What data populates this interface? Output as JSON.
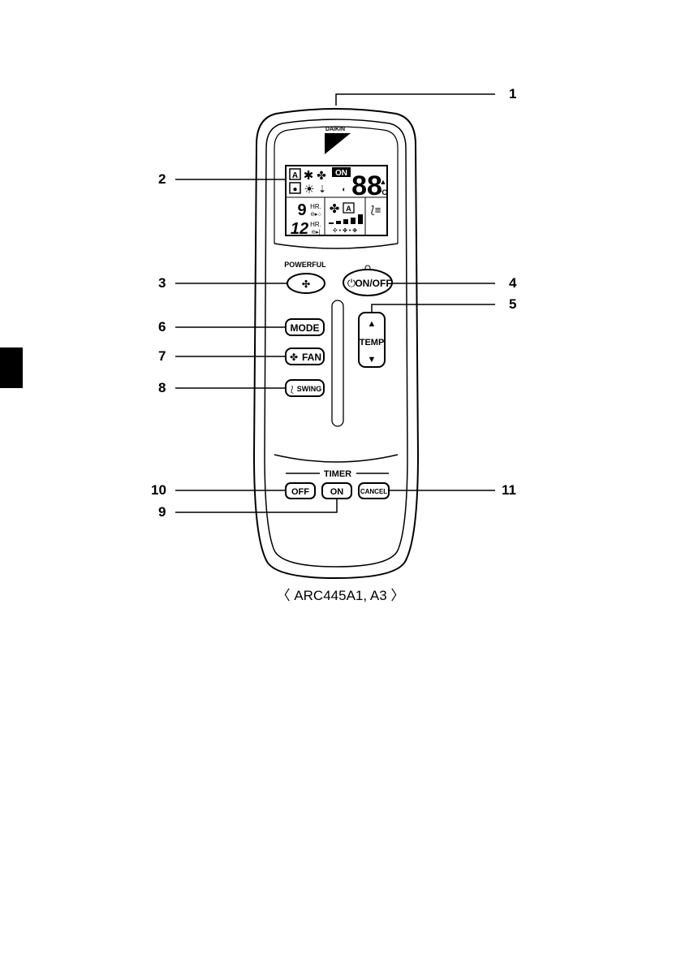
{
  "brand": {
    "name": "DAIKIN"
  },
  "display": {
    "on_indicator": "ON",
    "temp_digits": "88",
    "temp_unit": "°C",
    "timer_off_hours": "9",
    "timer_on_hours": "12",
    "hr_label": "HR.",
    "auto_mode_glyph": "A",
    "fan_auto_glyph": "A"
  },
  "buttons": {
    "powerful_label": "POWERFUL",
    "onoff_label": "ON/OFF",
    "temp_label": "TEMP",
    "mode_label": "MODE",
    "fan_label": "FAN",
    "swing_label": "SWING",
    "timer_heading": "TIMER",
    "timer_off_label": "OFF",
    "timer_on_label": "ON",
    "timer_cancel_label": "CANCEL"
  },
  "callouts": [
    "1",
    "2",
    "3",
    "4",
    "5",
    "6",
    "7",
    "8",
    "9",
    "10",
    "11"
  ],
  "caption": "〈 ARC445A1, A3 〉",
  "icons": [
    "daikin-logo-icon",
    "power-icon",
    "fan-icon",
    "swing-icon",
    "powerful-icon",
    "sun-icon",
    "snowflake-icon",
    "droplet-icon",
    "temp-up-arrow-icon",
    "temp-down-arrow-icon"
  ]
}
